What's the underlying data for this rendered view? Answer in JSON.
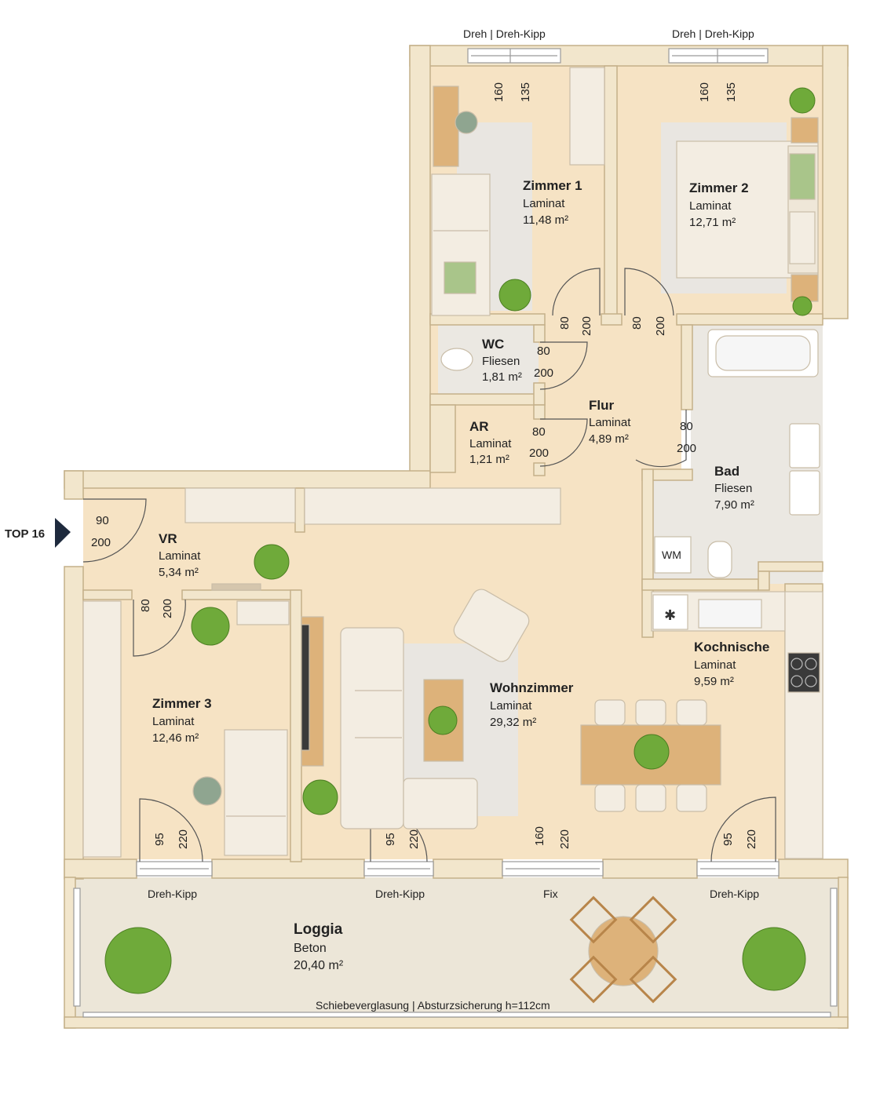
{
  "colors": {
    "wall": "#f2e6cc",
    "wall_line": "#c4b08a",
    "floor_wood": "#f6e3c4",
    "floor_tile": "#ebe8e2",
    "floor_loggia": "#ece6d8",
    "rug": "#e9e6e1",
    "furniture": "#f3ede2",
    "wood_table": "#ddb27a",
    "plant": "#6faa3a",
    "accent_green": "#a9c58a",
    "entry_marker": "#1e2a3d"
  },
  "entry": {
    "label": "TOP 16"
  },
  "rooms": [
    {
      "name": "Zimmer 1",
      "floor": "Laminat",
      "area": "11,48 m²"
    },
    {
      "name": "Zimmer 2",
      "floor": "Laminat",
      "area": "12,71 m²"
    },
    {
      "name": "WC",
      "floor": "Fliesen",
      "area": "1,81 m²"
    },
    {
      "name": "AR",
      "floor": "Laminat",
      "area": "1,21 m²"
    },
    {
      "name": "Flur",
      "floor": "Laminat",
      "area": "4,89 m²"
    },
    {
      "name": "Bad",
      "floor": "Fliesen",
      "area": "7,90 m²"
    },
    {
      "name": "VR",
      "floor": "Laminat",
      "area": "5,34 m²"
    },
    {
      "name": "Kochnische",
      "floor": "Laminat",
      "area": "9,59 m²"
    },
    {
      "name": "Wohnzimmer",
      "floor": "Laminat",
      "area": "29,32 m²"
    },
    {
      "name": "Zimmer 3",
      "floor": "Laminat",
      "area": "12,46 m²"
    },
    {
      "name": "Loggia",
      "floor": "Beton",
      "area": "20,40 m²"
    }
  ],
  "window_labels": [
    "Dreh | Dreh-Kipp",
    "Dreh | Dreh-Kipp",
    "Dreh-Kipp",
    "Dreh-Kipp",
    "Fix",
    "Dreh-Kipp"
  ],
  "dims": [
    "160",
    "135",
    "160",
    "135",
    "80",
    "200",
    "80",
    "200",
    "80",
    "200",
    "80",
    "200",
    "80",
    "200",
    "90",
    "200",
    "80",
    "200",
    "95",
    "220",
    "95",
    "220",
    "160",
    "220",
    "95",
    "220"
  ],
  "appliance_label": "WM",
  "loggia_note": "Schiebeverglasung | Absturzsicherung h=112cm"
}
